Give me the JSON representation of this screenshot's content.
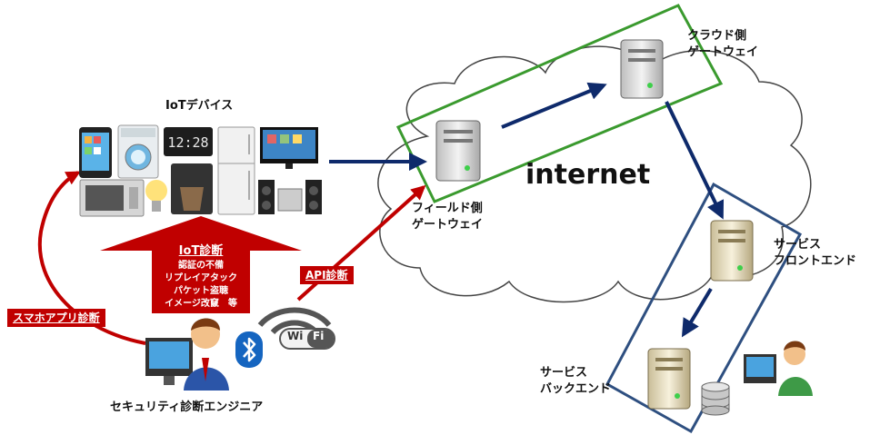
{
  "diagram": {
    "iot_devices_label": "IoTデバイス",
    "internet_label": "internet",
    "field_gateway_label": [
      "フィールド側",
      "ゲートウェイ"
    ],
    "cloud_gateway_label": [
      "クラウド側",
      "ゲートウェイ"
    ],
    "service_frontend_label": [
      "サービス",
      "フロントエンド"
    ],
    "service_backend_label": [
      "サービス",
      "バックエンド"
    ],
    "engineer_label": "セキュリティ診断エンジニア",
    "iot_diagnosis": {
      "title": "IoT診断",
      "items": [
        "認証の不備",
        "リプレイアタック",
        "パケット盗聴",
        "イメージ改竄　等"
      ]
    },
    "api_diagnosis_label": "API診断",
    "smartphone_app_label": "スマホアプリ診断",
    "wifi_label_wi": "Wi",
    "wifi_label_fi": "Fi",
    "colors": {
      "red": "#c00000",
      "navy": "#0e2a6b",
      "green_box": "#3a9a2e",
      "blue_box": "#2e4f80",
      "bluetooth": "#1565c0"
    }
  }
}
